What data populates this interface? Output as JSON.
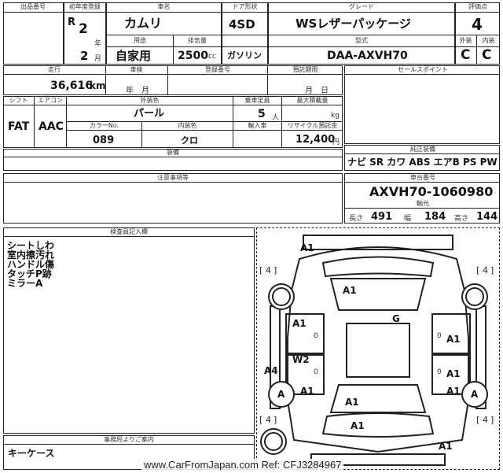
{
  "header": {
    "lot_no_label": "出品番号",
    "first_reg_label": "初年度登録",
    "era": "R",
    "year": "2",
    "year_unit": "年",
    "month": "2",
    "month_unit": "月",
    "car_name_label": "車名",
    "car_name": "カムリ",
    "usage_label": "用途",
    "usage": "自家用",
    "displacement_label": "排気量",
    "displacement": "2500",
    "displacement_unit": "cc",
    "door_label": "ドア形状",
    "door": "4SD",
    "fuel": "ガソリン",
    "grade_label": "グレード",
    "grade": "WSレザーパッケージ",
    "model_type_label": "型式",
    "model_type": "DAA-AXVH70",
    "score_label": "評価点",
    "score": "4",
    "exterior_label": "外装",
    "exterior": "C",
    "interior_label": "内装",
    "interior": "C"
  },
  "row2": {
    "mileage_label": "走行",
    "mileage": "36,616",
    "mileage_unit": "km",
    "inspection_label": "車検",
    "inspection": "年　月",
    "reg_no_label": "登録番号",
    "recycle_date_label": "預託期限",
    "recycle_date": "月　日",
    "sales_point_label": "セールスポイント"
  },
  "row3": {
    "shift_label": "シフト",
    "shift": "FAT",
    "ac_label": "エアコン",
    "ac": "AAC",
    "color_label": "外装色",
    "color": "パール",
    "capacity_label": "乗車定員",
    "capacity": "5",
    "capacity_unit": "人",
    "load_label": "最大積載量",
    "load_unit": "kg",
    "color_no_label": "カラーNo.",
    "color_no": "089",
    "interior_color_label": "内装色",
    "interior_color": "クロ",
    "import_label": "輸入車",
    "recycle_label": "リサイクル預託金",
    "recycle": "12,400",
    "recycle_unit": "円"
  },
  "equipment": {
    "label": "装備",
    "label2": "純正装備",
    "items": "ナビ SR カワ ABS エアB PS PW"
  },
  "chassis": {
    "label": "車台番号",
    "value": "AXVH70-1060980",
    "origin_label": "輸元",
    "length_label": "長さ",
    "length": "491",
    "width_label": "幅",
    "width": "184",
    "height_label": "高さ",
    "height": "144"
  },
  "notes": {
    "label": "注意事項等",
    "inspector_label": "検査員記入欄",
    "inspector_notes": [
      "シートしわ",
      "室内擦汚れ",
      "ハンドル傷",
      "タッチP跡",
      "ミラーA"
    ],
    "dealer_label": "事務局よりご案内",
    "dealer_notes": "キーケース"
  },
  "diagram": {
    "marks": [
      "A1",
      "A1",
      "G",
      "A1",
      "A1",
      "W2",
      "A1",
      "A4",
      "A",
      "A",
      "A1",
      "A1",
      "A1",
      "A1",
      "A1"
    ],
    "zeros": [
      "0",
      "0",
      "0",
      "0"
    ],
    "tire": "4"
  },
  "watermark": "www.CarFromJapan.com Ref: CFJ3284967"
}
